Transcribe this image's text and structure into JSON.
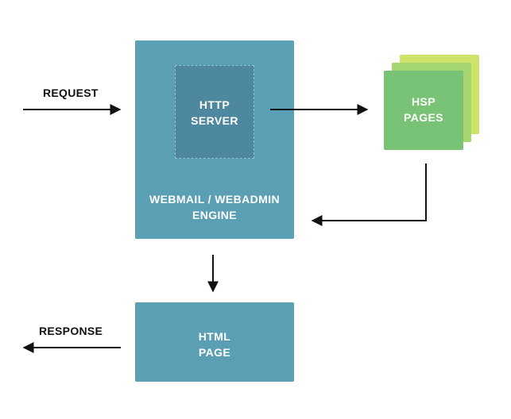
{
  "request_label": "REQUEST",
  "response_label": "RESPONSE",
  "http_server": {
    "line1": "HTTP",
    "line2": "SERVER"
  },
  "engine": {
    "line1": "WEBMAIL / WEBADMIN",
    "line2": "ENGINE"
  },
  "hsp_pages": {
    "line1": "HSP",
    "line2": "PAGES"
  },
  "html_page": {
    "line1": "HTML",
    "line2": "PAGE"
  },
  "colors": {
    "teal_box": "#5a9fb3",
    "teal_inner": "#4d889e",
    "green_front": "#78c375",
    "green_mid": "#a5d670",
    "yellow_back": "#cfe26a",
    "text_dark": "#111111",
    "text_light": "#ffffff"
  }
}
